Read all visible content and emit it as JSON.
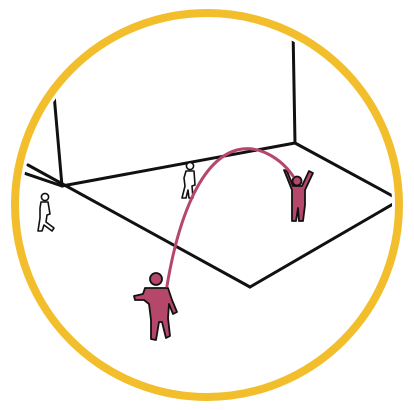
{
  "colors": {
    "ring": "#F2BE2B",
    "ink": "#111111",
    "accent": "#B5476A",
    "paper": "#FFFFFF"
  },
  "scene": {
    "figures": [
      {
        "role": "thrower",
        "pose": "arm-raised",
        "color": "accent"
      },
      {
        "role": "catcher",
        "pose": "arms-up",
        "color": "accent"
      },
      {
        "role": "bystander-back",
        "pose": "standing",
        "color": "paper"
      },
      {
        "role": "bystander-left",
        "pose": "walking",
        "color": "paper"
      }
    ],
    "trajectory": {
      "from": "thrower",
      "to": "catcher",
      "shape": "arc",
      "color": "accent"
    }
  }
}
